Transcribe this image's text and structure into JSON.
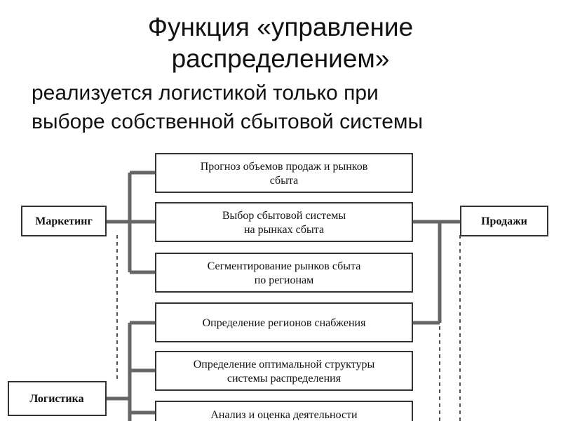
{
  "slide": {
    "title_line1": "Функция «управление",
    "title_line2": "распределением»",
    "subtitle_line1": "реализуется логистикой только при",
    "subtitle_line2": "выборе собственной сбытовой системы"
  },
  "diagram": {
    "left_nodes": [
      "Маркетинг",
      "Логистика"
    ],
    "right_nodes": [
      "Продажи"
    ],
    "boxes": [
      [
        "Прогноз объемов продаж и рынков",
        "сбыта"
      ],
      [
        "Выбор сбытовой системы",
        "на рынках сбыта"
      ],
      [
        "Сегментирование рынков сбыта",
        "по регионам"
      ],
      [
        "Определение регионов снабжения"
      ],
      [
        "Определение оптимальной структуры",
        "системы распределения"
      ],
      [
        "Анализ и оценка деятельности"
      ]
    ]
  }
}
